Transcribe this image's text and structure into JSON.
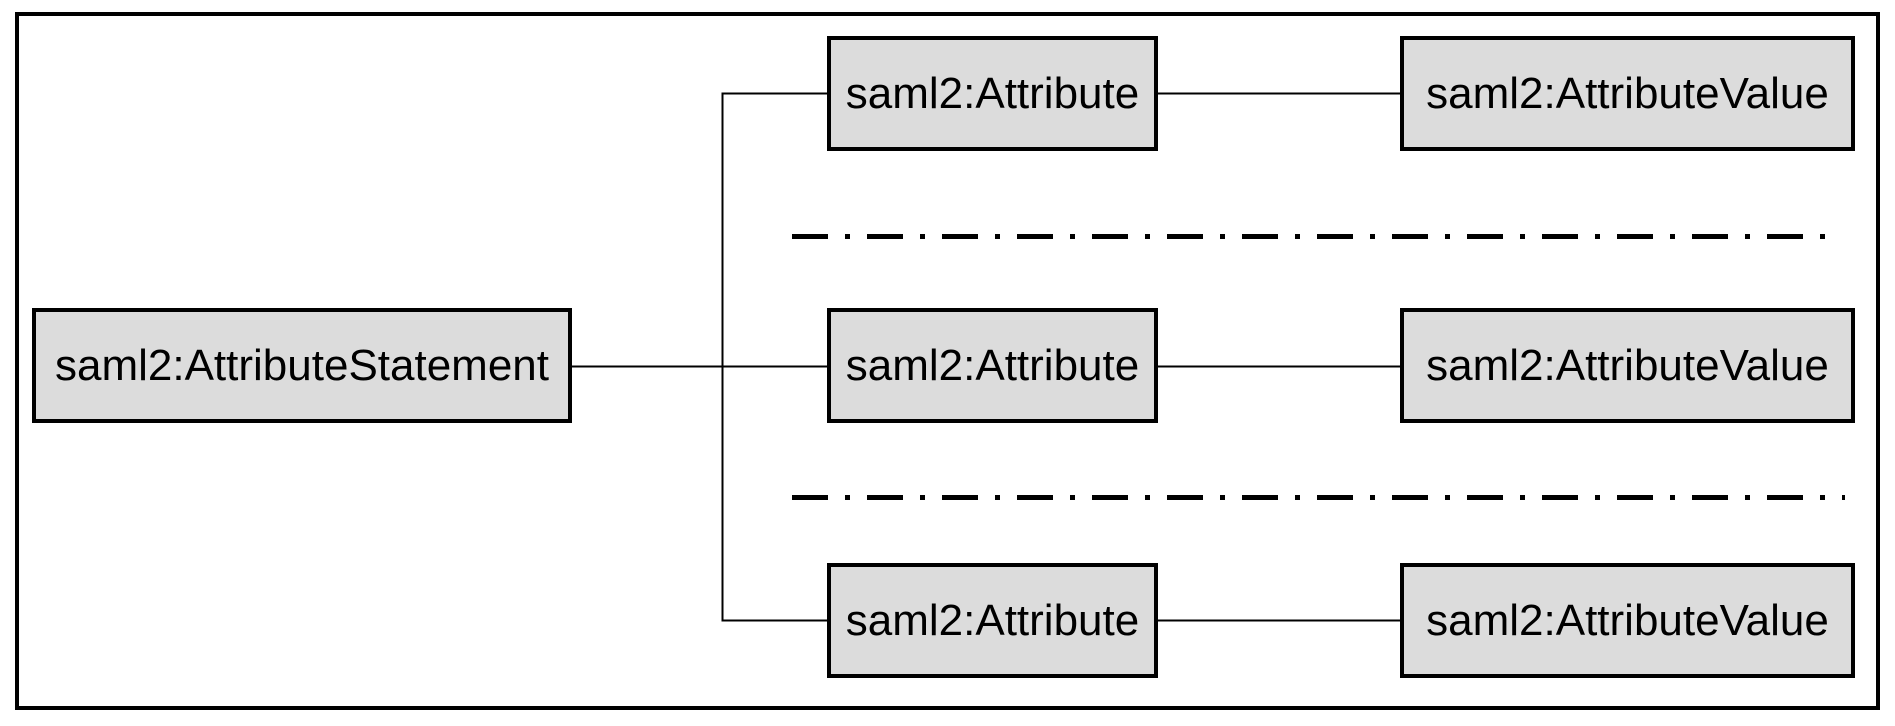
{
  "diagram": {
    "statement": {
      "label": "saml2:AttributeStatement"
    },
    "attributes": [
      {
        "label": "saml2:Attribute",
        "value_label": "saml2:AttributeValue"
      },
      {
        "label": "saml2:Attribute",
        "value_label": "saml2:AttributeValue"
      },
      {
        "label": "saml2:Attribute",
        "value_label": "saml2:AttributeValue"
      }
    ],
    "colors": {
      "background": "#ffffff",
      "node_fill": "#dcdcdc",
      "node_border": "#000000",
      "line": "#000000",
      "text": "#000000"
    }
  }
}
